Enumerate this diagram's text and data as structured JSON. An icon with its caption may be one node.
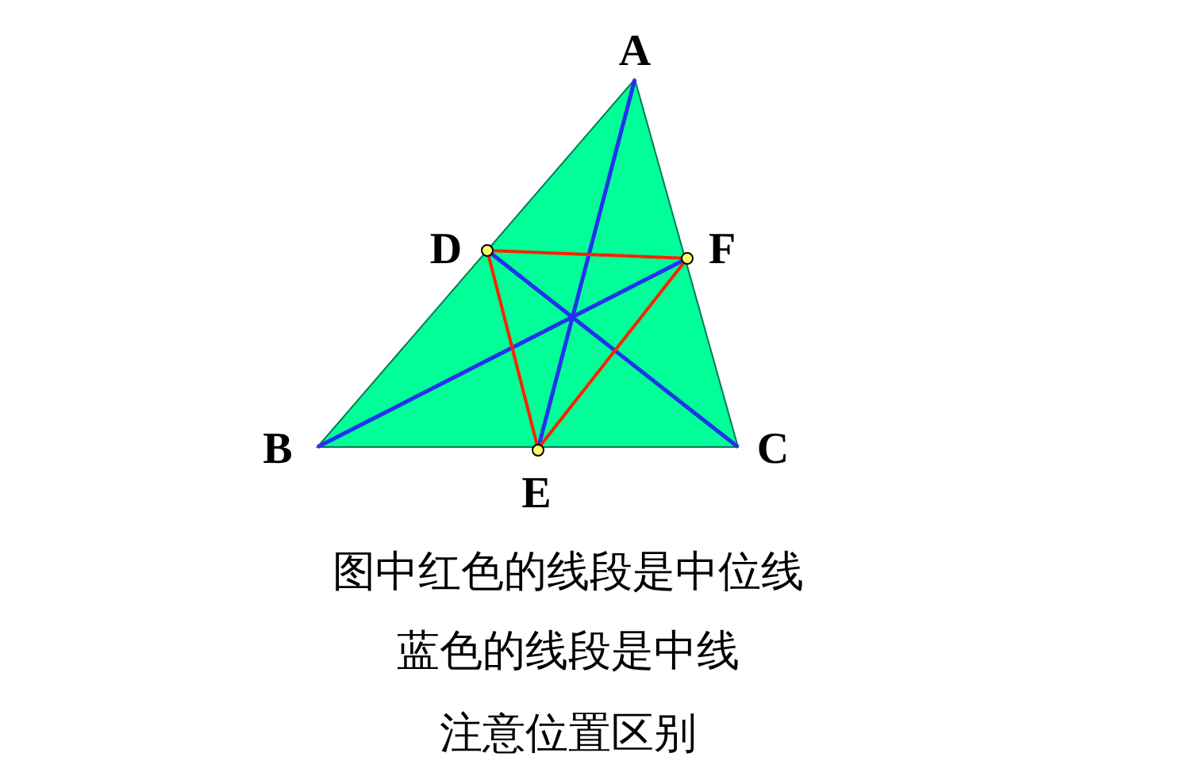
{
  "diagram": {
    "labels": [
      "A",
      "D",
      "F",
      "B",
      "C",
      "E",
      "图中红色的线段是中位线",
      "蓝色的线段是中线",
      "注意位置区别"
    ]
  }
}
